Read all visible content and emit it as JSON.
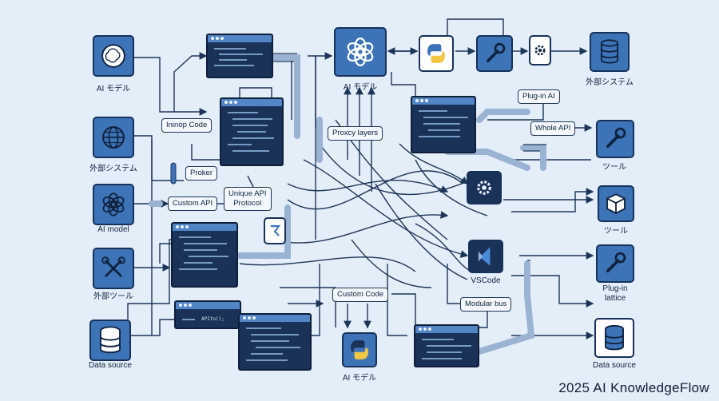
{
  "nodes": {
    "ai_model_left": "AI モデル",
    "external_system_left": "外部システム",
    "ai_model_en": "AI model",
    "external_tool_left": "外部ツール",
    "data_source_left": "Data source",
    "ai_model_top": "AI モデル",
    "ai_model_bottom": "AI モデル",
    "vscode": "VSCode",
    "external_system_right": "外部システム",
    "tool_right_1": "ツール",
    "tool_right_2": "ツール",
    "plugin_lattice": "Plug-in\nlattice",
    "data_source_right": "Data source"
  },
  "tags": {
    "interop_code": "Ininop Code",
    "proker": "Proker",
    "custom_api": "Custom API",
    "unique_api": "Unique API\nProtocol",
    "proxy_layers": "Proxcy layers",
    "plugin_ai": "Plug-in AI",
    "whole_api": "Whole API",
    "custom_code": "Custom Code",
    "modular_bus": "Modular bus"
  },
  "code_snippet": "APIto();",
  "watermark": "2025 AI KnowledgeFlow",
  "colors": {
    "background": "#e4eef8",
    "icon_blue": "#3d74b8",
    "window_dark": "#1a3258",
    "outline": "#17315a"
  }
}
